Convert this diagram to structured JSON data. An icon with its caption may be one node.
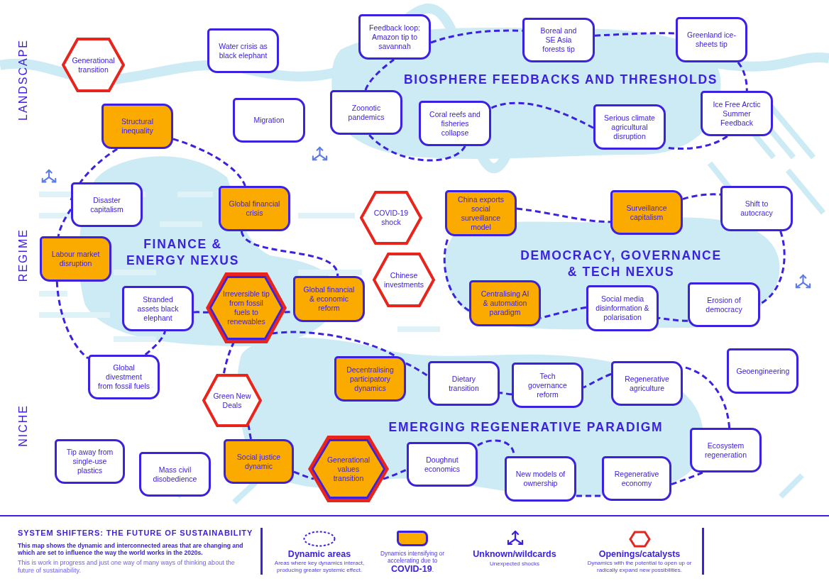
{
  "diagram": {
    "title": "SYSTEM SHIFTERS: THE FUTURE OF SUSTAINABILITY",
    "nodes": [
      {
        "text": [
          "Generational transition"
        ]
      },
      {
        "text": [
          "Water crisis as black elephant"
        ]
      },
      {
        "text": [
          "Feedback loop: Amazon tip to savannah"
        ]
      },
      {
        "text": [
          "Boreal and SE Asia forests tip"
        ]
      },
      {
        "text": [
          "Greenland ice-sheets tip"
        ]
      },
      {
        "text": [
          "Structural inequality"
        ]
      },
      {
        "text": [
          "Migration"
        ]
      },
      {
        "text": [
          "Zoonotic pandemics"
        ]
      },
      {
        "text": [
          "Coral reefs and fisheries collapse"
        ]
      },
      {
        "text": [
          "Serious climate agricultural disruption"
        ]
      },
      {
        "text": [
          "Ice Free Arctic Summer Feedback"
        ]
      },
      {
        "text": [
          "Disaster capitalism"
        ]
      },
      {
        "text": [
          "Global financial crisis"
        ]
      },
      {
        "text": [
          "COVID-19 shock"
        ]
      },
      {
        "text": [
          "China exports social surveillance model"
        ]
      },
      {
        "text": [
          "Surveillance capitalism"
        ]
      },
      {
        "text": [
          "Shift to autocracy"
        ]
      },
      {
        "text": [
          "Labour market disruption"
        ]
      },
      {
        "text": [
          "Chinese investments"
        ]
      },
      {
        "text": [
          "Stranded assets black elephant"
        ]
      },
      {
        "text": [
          "Irreversible tip from fossil fuels to renewables"
        ]
      },
      {
        "text": [
          "Global financial & economic reform"
        ]
      },
      {
        "text": [
          "Centralising AI & automation paradigm"
        ]
      },
      {
        "text": [
          "Social media disinformation & polarisation"
        ]
      },
      {
        "text": [
          "Erosion of democracy"
        ]
      },
      {
        "text": [
          "Global divestment from fossil fuels"
        ]
      },
      {
        "text": [
          "Decentralising participatory dynamics"
        ]
      },
      {
        "text": [
          "Dietary transition"
        ]
      },
      {
        "text": [
          "Tech governance reform"
        ]
      },
      {
        "text": [
          "Regenerative agriculture"
        ]
      },
      {
        "text": [
          "Geoengineering"
        ]
      },
      {
        "text": [
          "Green New Deals"
        ]
      },
      {
        "text": [
          "Tip away from single-use plastics"
        ]
      },
      {
        "text": [
          "Mass civil disobedience"
        ]
      },
      {
        "text": [
          "Social justice dynamic"
        ]
      },
      {
        "text": [
          "Generational values transition"
        ]
      },
      {
        "text": [
          "Doughnut economics"
        ]
      },
      {
        "text": [
          "New models of ownership"
        ]
      },
      {
        "text": [
          "Regenerative economy"
        ]
      },
      {
        "text": [
          "Ecosystem regeneration"
        ]
      }
    ],
    "edges": [
      {
        "from": 2,
        "to": 3,
        "arrow": "none",
        "style": "dashed"
      },
      {
        "from": 3,
        "to": 4,
        "arrow": "none",
        "style": "dashed"
      },
      {
        "from": 4,
        "to": 10,
        "arrow": "none",
        "style": "dashed"
      },
      {
        "from": 10,
        "to": 9,
        "arrow": "none",
        "style": "dashed"
      },
      {
        "from": 9,
        "to": 8,
        "arrow": "none",
        "style": "dashed"
      },
      {
        "from": 8,
        "to": 7,
        "arrow": "none",
        "style": "dashed"
      },
      {
        "from": 7,
        "to": 2,
        "arrow": "none",
        "style": "dashed"
      },
      {
        "from": 5,
        "to": 12,
        "arrow": "none",
        "style": "dashed"
      },
      {
        "from": 5,
        "to": 11,
        "arrow": "none",
        "style": "dashed"
      },
      {
        "from": 11,
        "to": 17,
        "arrow": "none",
        "style": "dashed"
      },
      {
        "from": 17,
        "to": 25,
        "arrow": "none",
        "style": "dashed"
      },
      {
        "from": 25,
        "to": 19,
        "arrow": "none",
        "style": "dashed"
      },
      {
        "from": 19,
        "to": 20,
        "arrow": "none",
        "style": "dashed"
      },
      {
        "from": 20,
        "to": 21,
        "arrow": "none",
        "style": "dashed"
      },
      {
        "from": 12,
        "to": 21,
        "arrow": "none",
        "style": "dashed"
      },
      {
        "from": 20,
        "to": 26,
        "arrow": "none",
        "style": "dashed"
      },
      {
        "from": 26,
        "to": 27,
        "arrow": "none",
        "style": "dashed"
      },
      {
        "from": 20,
        "to": 31,
        "arrow": "none",
        "style": "dashed"
      },
      {
        "from": 31,
        "to": 34,
        "arrow": "none",
        "style": "dashed"
      },
      {
        "from": 34,
        "to": 35,
        "arrow": "none",
        "style": "dashed"
      },
      {
        "from": 35,
        "to": 36,
        "arrow": "none",
        "style": "dashed"
      },
      {
        "from": 36,
        "to": 37,
        "arrow": "none",
        "style": "dashed"
      },
      {
        "from": 37,
        "to": 38,
        "arrow": "none",
        "style": "dashed"
      },
      {
        "from": 38,
        "to": 39,
        "arrow": "none",
        "style": "dashed"
      },
      {
        "from": 39,
        "to": 29,
        "arrow": "none",
        "style": "dashed"
      },
      {
        "from": 29,
        "to": 28,
        "arrow": "none",
        "style": "dashed"
      },
      {
        "from": 28,
        "to": 27,
        "arrow": "none",
        "style": "dashed"
      },
      {
        "from": 14,
        "to": 15,
        "arrow": "none",
        "style": "dashed"
      },
      {
        "from": 15,
        "to": 16,
        "arrow": "none",
        "style": "dashed"
      },
      {
        "from": 16,
        "to": 24,
        "arrow": "none",
        "style": "dashed"
      },
      {
        "from": 24,
        "to": 23,
        "arrow": "none",
        "style": "dashed"
      },
      {
        "from": 23,
        "to": 22,
        "arrow": "none",
        "style": "dashed"
      },
      {
        "from": 22,
        "to": 14,
        "arrow": "none",
        "style": "dashed"
      }
    ],
    "labels": [
      "LANDSCAPE",
      "BIOSPHERE FEEDBACKS AND THRESHOLDS",
      "REGIME",
      "FINANCE & ENERGY NEXUS",
      "DEMOCRACY, GOVERNANCE & TECH NEXUS",
      "NICHE",
      "EMERGING REGENERATIVE PARADIGM",
      "This map shows the dynamic and interconnected areas that are changing and which are set to influence the way the world works in the 2020s.",
      "This is work in progress and just one way of many ways of thinking about the future of sustainability.",
      "Areas where key dynamics interact, producing greater systemic effect.",
      "Unexpected shocks",
      "Dynamics with the potential to open up or radically expand new possibilities."
    ],
    "legend": [
      {
        "text": "Dynamic areas"
      },
      {
        "text": "Dynamics intensifying or accelerating due to **COVID-19**.",
        "color": "#fbab00"
      },
      {
        "text": "Unknown/wildcards"
      },
      {
        "text": "Openings/catalysts"
      }
    ]
  }
}
